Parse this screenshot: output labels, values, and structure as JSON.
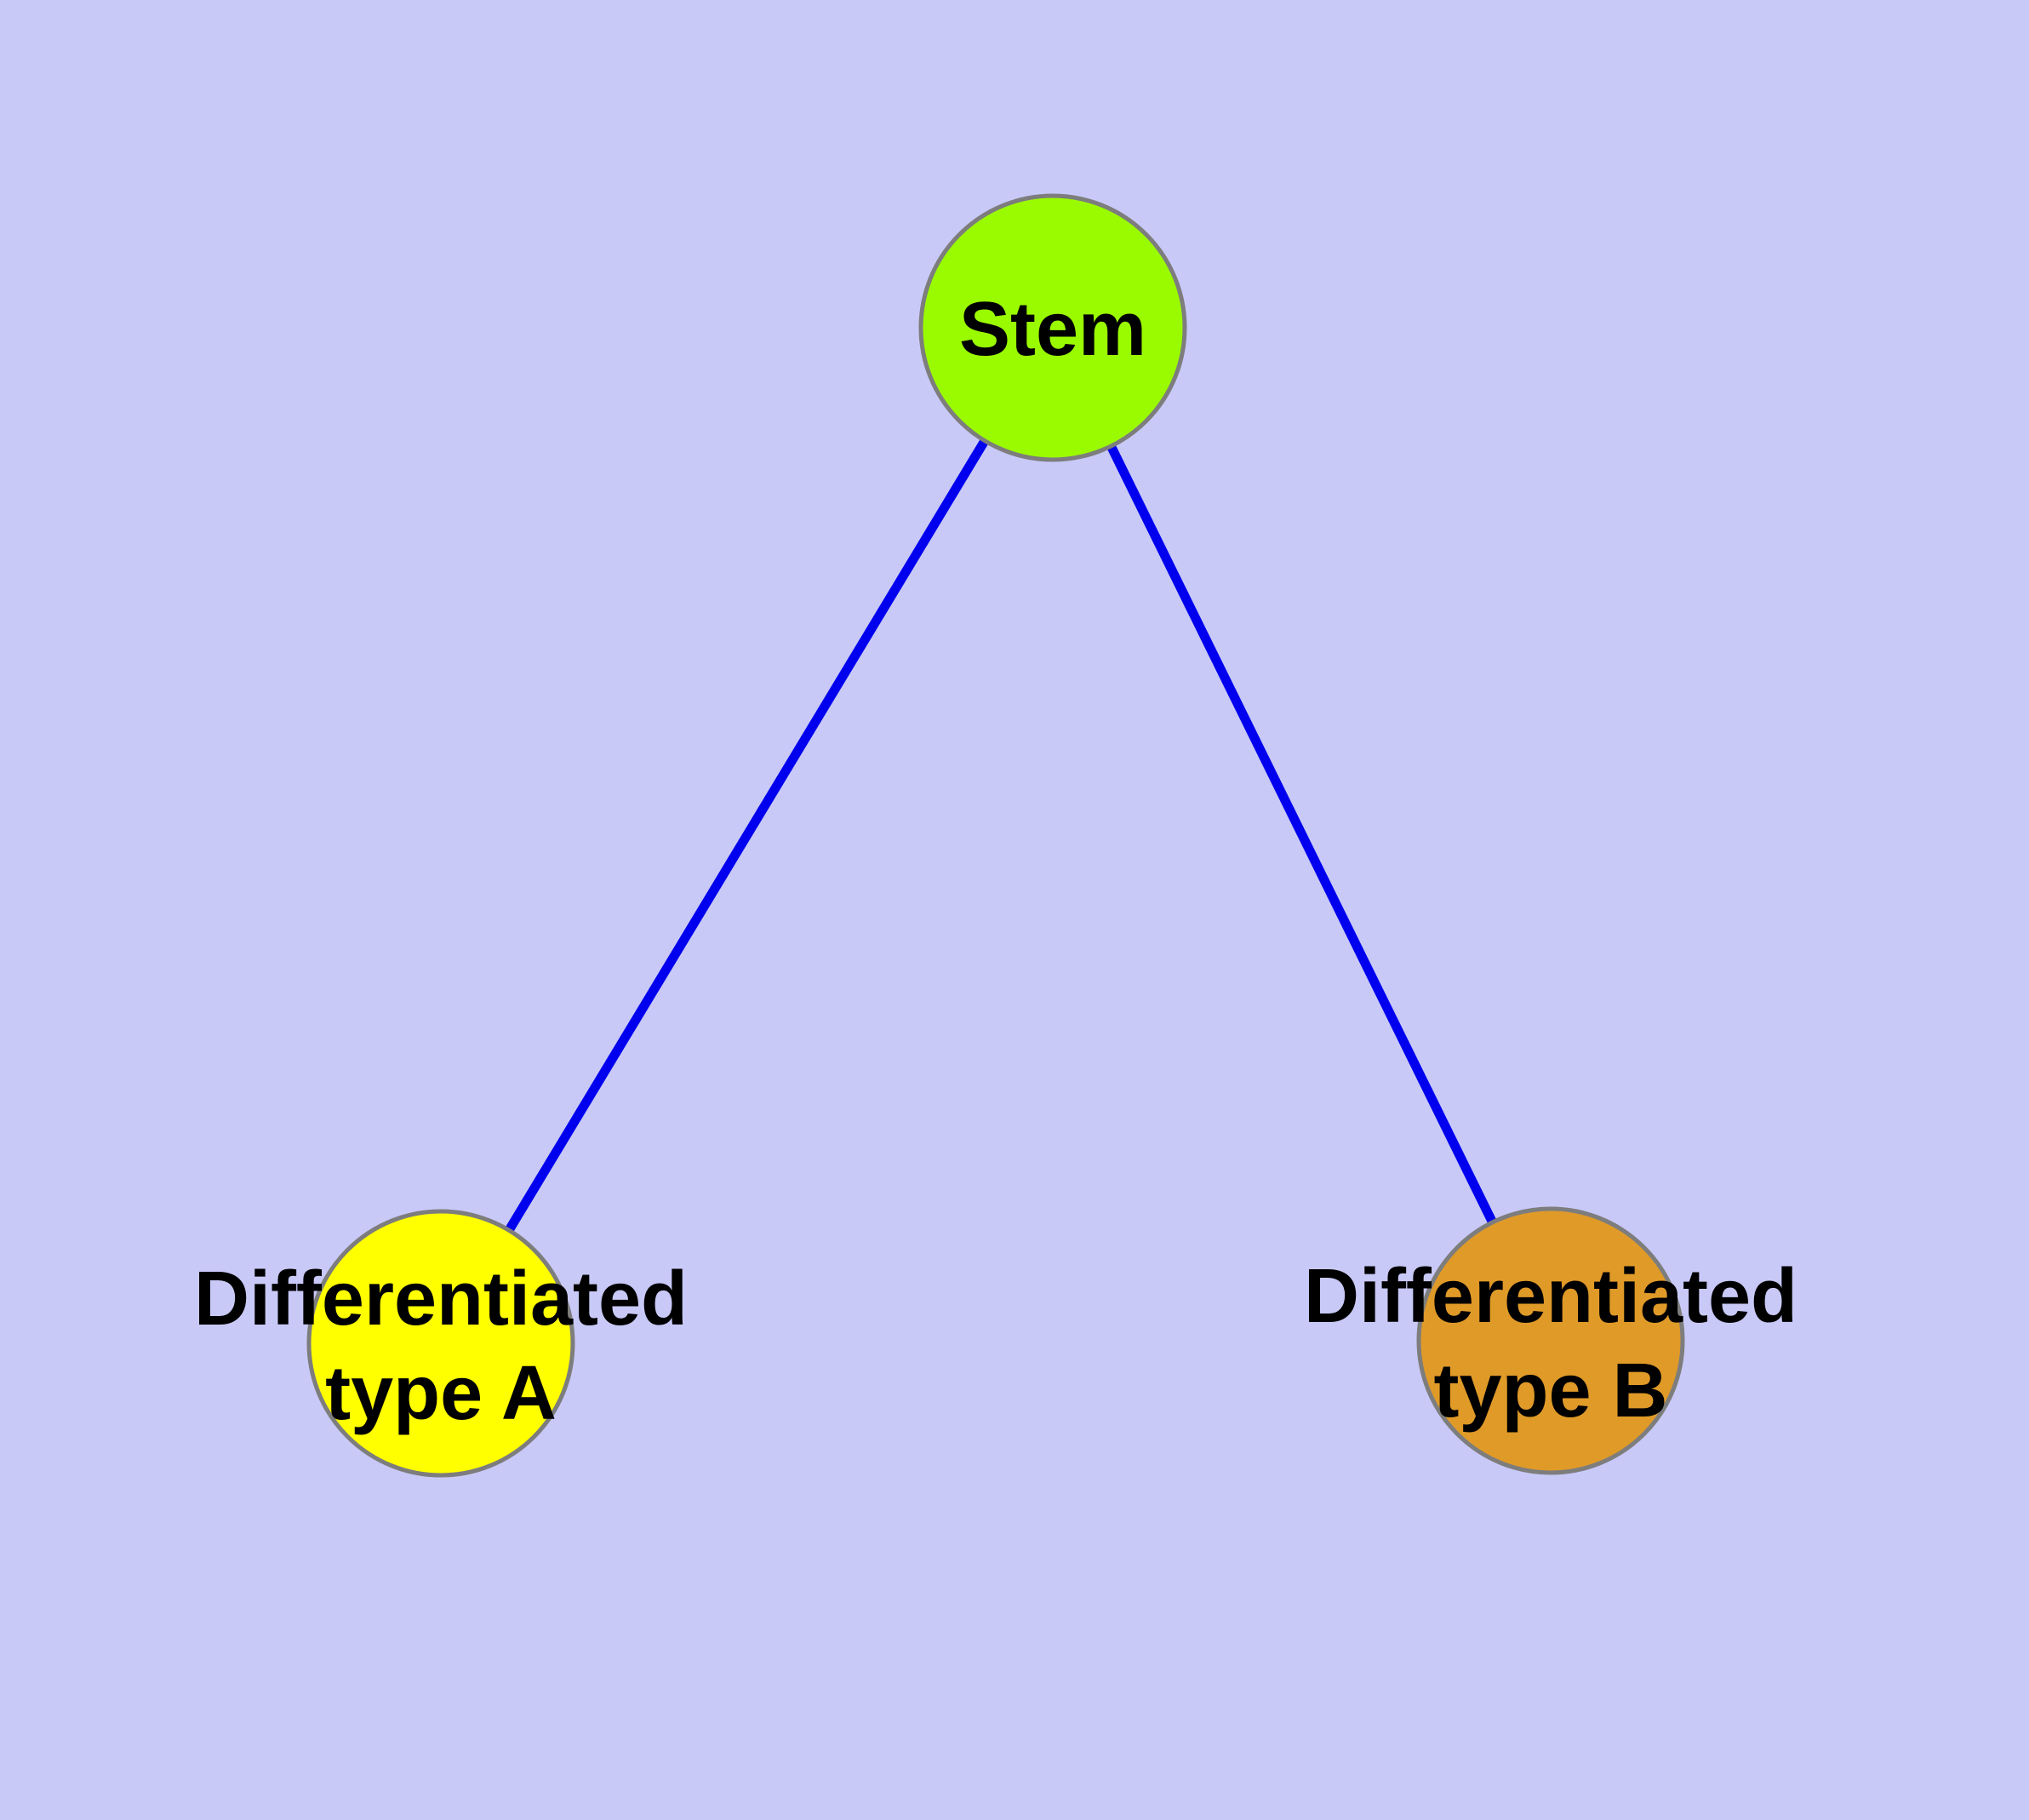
{
  "canvas": {
    "background_color": "#c9c9f8"
  },
  "diagram": {
    "type": "graph",
    "description": "Cell differentiation tree: a stem node branching to two differentiated cell types",
    "nodes": [
      {
        "id": "stem",
        "label": "Stem",
        "fill": "#9afb00",
        "border_color": "#7d7d7d",
        "text_color": "#000000"
      },
      {
        "id": "differentiated-type-a",
        "label_line1": "Differentiated",
        "label_line2": "type A",
        "fill": "#ffff00",
        "border_color": "#7d7d7d",
        "text_color": "#000000"
      },
      {
        "id": "differentiated-type-b",
        "label_line1": "Differentiated",
        "label_line2": "type B",
        "fill": "#e09a28",
        "border_color": "#7d7d7d",
        "text_color": "#000000"
      }
    ],
    "edges": [
      {
        "from": "stem",
        "to": "differentiated-type-a",
        "color": "#0000ee"
      },
      {
        "from": "stem",
        "to": "differentiated-type-b",
        "color": "#0000ee"
      }
    ]
  }
}
